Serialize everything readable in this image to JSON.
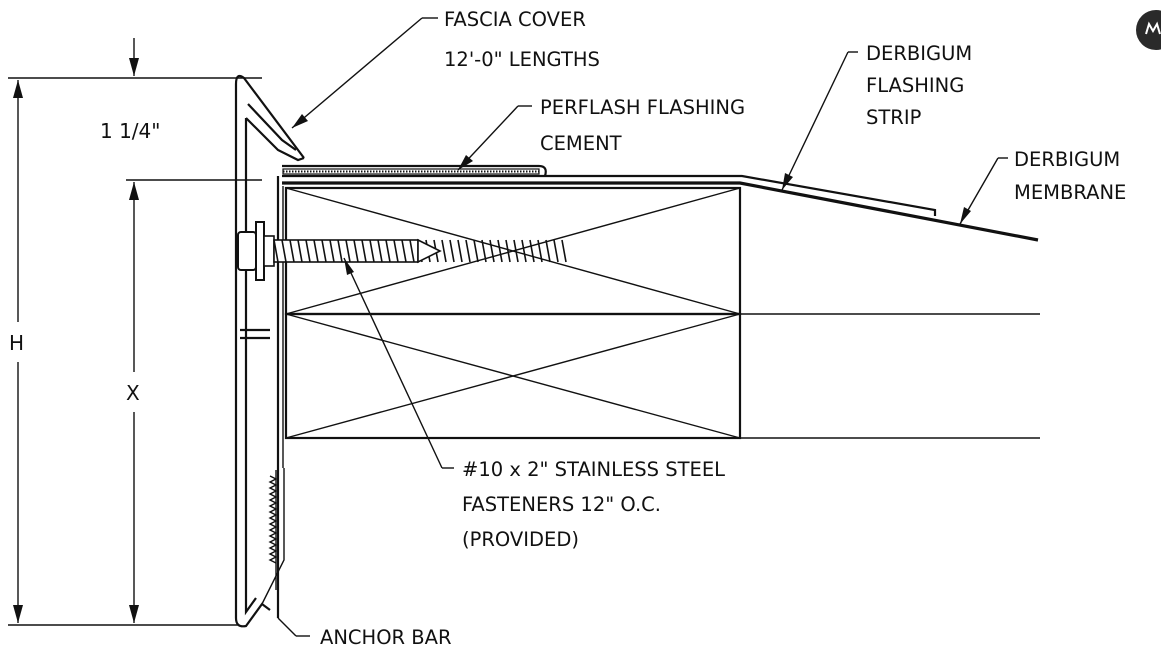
{
  "labels": {
    "fascia_cover": [
      "FASCIA COVER",
      "12'-0\" LENGTHS"
    ],
    "perflash": [
      "PERFLASH FLASHING",
      "CEMENT"
    ],
    "flashing_strip": [
      "DERBIGUM",
      "FLASHING",
      "STRIP"
    ],
    "membrane": [
      "DERBIGUM",
      "MEMBRANE"
    ],
    "fasteners": [
      "#10 x 2\" STAINLESS STEEL",
      "FASTENERS 12\" O.C.",
      "(PROVIDED)"
    ],
    "anchor_bar": "ANCHOR BAR"
  },
  "dimensions": {
    "top_offset": "1 1/4\"",
    "overall_height": "H",
    "fastener_height": "X"
  },
  "colors": {
    "line": "#111111",
    "background": "#ffffff"
  },
  "icons": {
    "corner_badge": "logo-badge-icon"
  }
}
